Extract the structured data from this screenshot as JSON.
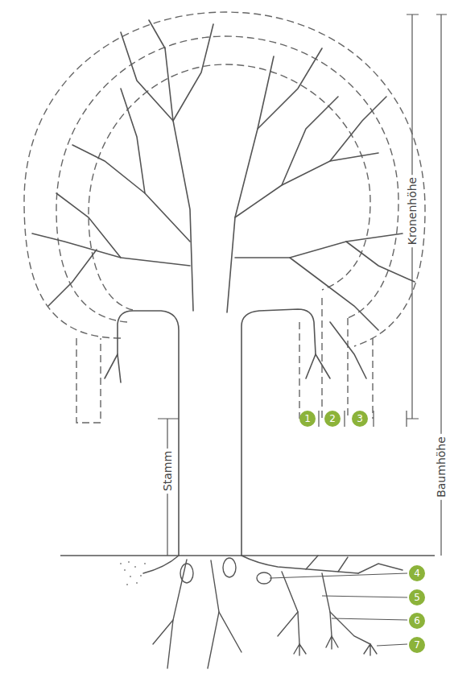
{
  "diagram": {
    "labels": [
      "Kronenhöhe",
      "Baumhöhe",
      "Stamm",
      "1",
      "2",
      "3",
      "4",
      "5",
      "6",
      "7"
    ]
  }
}
